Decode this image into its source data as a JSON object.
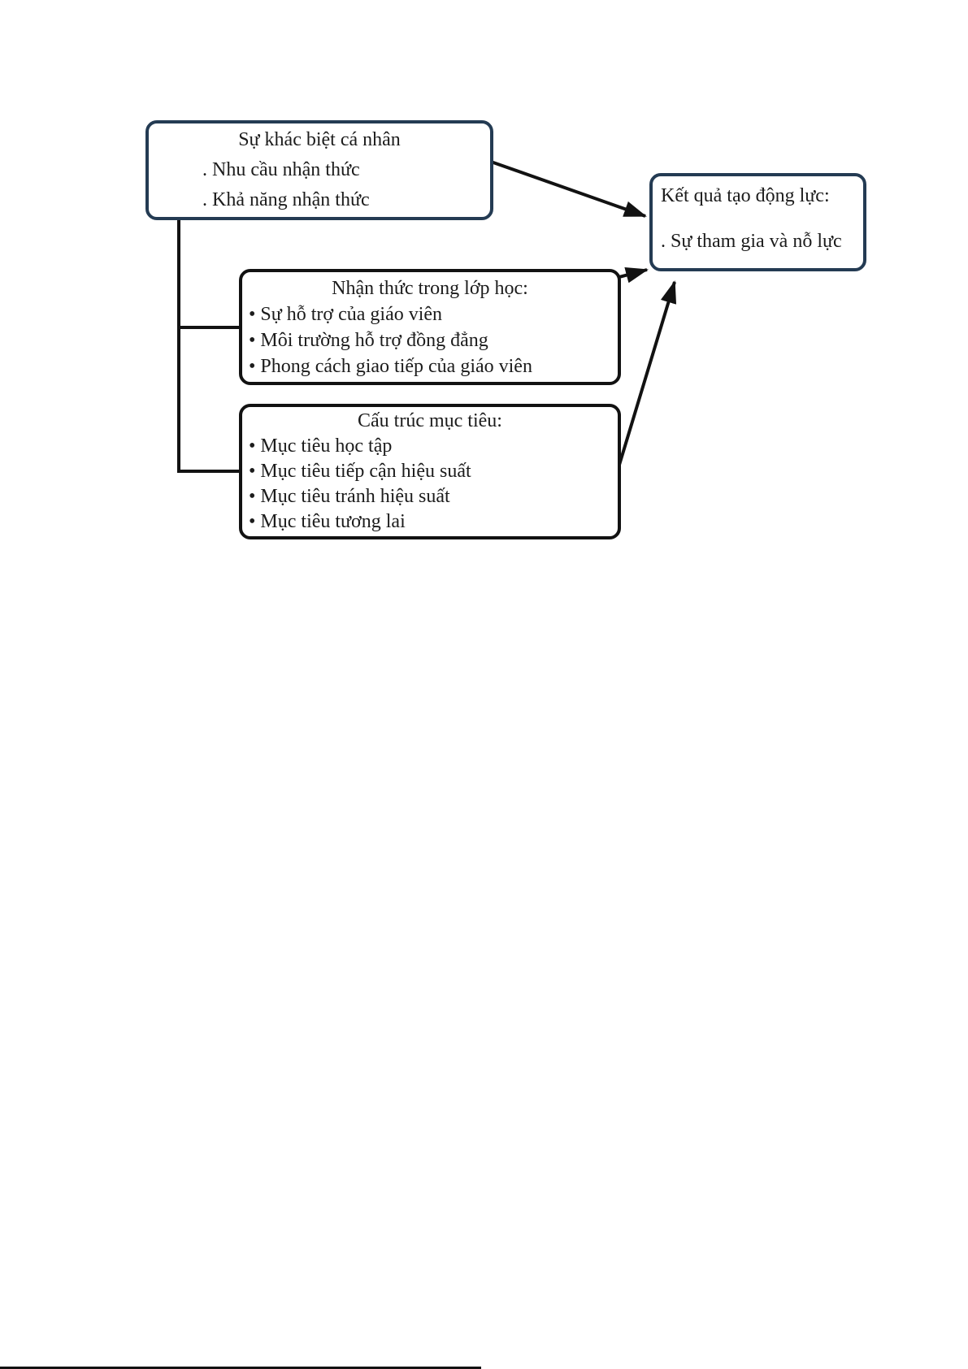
{
  "diagram": {
    "title": "Motivation factors flowchart",
    "nodes": [
      {
        "id": "individual-differences",
        "title": "Sự khác biệt cá nhân",
        "items": [
          ". Nhu cầu nhận thức",
          ". Khả năng nhận thức"
        ]
      },
      {
        "id": "classroom-perception",
        "title": "Nhận thức trong lớp học:",
        "items": [
          "• Sự hỗ trợ của giáo viên",
          "• Môi trường hỗ trợ đồng đẳng",
          "• Phong cách giao tiếp của giáo viên"
        ]
      },
      {
        "id": "goal-structure",
        "title": "Cấu trúc mục tiêu:",
        "items": [
          "• Mục tiêu học tập",
          "• Mục tiêu tiếp cận hiệu suất",
          "• Mục tiêu tránh hiệu suất",
          "• Mục tiêu tương lai"
        ]
      },
      {
        "id": "motivational-outcome",
        "title": "Kết quả tạo động lực:",
        "items": [
          ". Sự tham gia và nỗ lực"
        ]
      }
    ],
    "edges": [
      {
        "from": "individual-differences",
        "to": "motivational-outcome",
        "type": "arrow"
      },
      {
        "from": "classroom-perception",
        "to": "motivational-outcome",
        "type": "arrow"
      },
      {
        "from": "goal-structure",
        "to": "motivational-outcome",
        "type": "arrow"
      },
      {
        "from": "individual-differences",
        "to": "classroom-perception",
        "type": "line"
      },
      {
        "from": "individual-differences",
        "to": "goal-structure",
        "type": "line"
      }
    ],
    "colors": {
      "accent_border": "#243b53",
      "black_border": "#121212",
      "text": "#1c1c1c",
      "background": "#ffffff"
    }
  }
}
